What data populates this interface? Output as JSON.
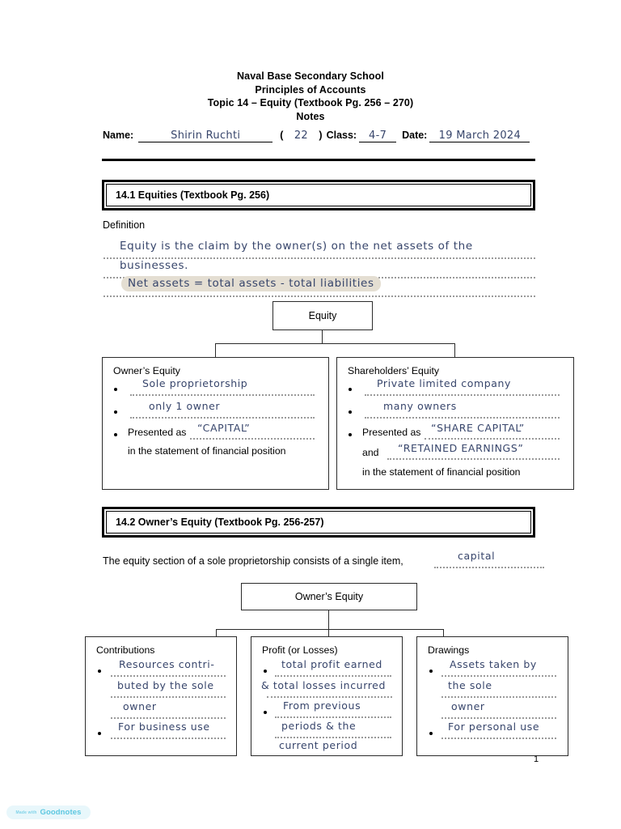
{
  "header": {
    "line1": "Naval Base Secondary School",
    "line2": "Principles of Accounts",
    "line3": "Topic 14 – Equity (Textbook Pg. 256 – 270)",
    "line4": "Notes"
  },
  "fields": {
    "name_label": "Name:",
    "name_value": "Shirin Ruchti",
    "index_open": "(",
    "index_value": "22",
    "index_close": ")",
    "class_label": "Class:",
    "class_value": "4-7",
    "date_label": "Date:",
    "date_value": "19 March 2024"
  },
  "section1": {
    "title": "14.1 Equities (Textbook Pg. 256)",
    "definition_label": "Definition",
    "definition_line1": "Equity is the claim by the owner(s) on the net assets of the",
    "definition_line2": "businesses.",
    "definition_line3_highlighted": "Net assets = total assets - total liabilities",
    "highlight_color": "#e4ded2"
  },
  "chart1": {
    "root": "Equity",
    "left_panel": {
      "title": "Owner’s Equity",
      "bullet1": "Sole proprietorship",
      "bullet2": "only 1 owner",
      "bullet3_prefix": "Presented as",
      "bullet3_value": "“CAPITAL”",
      "bullet3_suffix": "in the statement of financial position"
    },
    "right_panel": {
      "title": "Shareholders’ Equity",
      "bullet1": "Private limited company",
      "bullet2": "many owners",
      "bullet3_prefix": "Presented as",
      "bullet3_value": "“SHARE CAPITAL”",
      "bullet3_and": "and",
      "bullet3_value2": "“RETAINED EARNINGS”",
      "bullet3_suffix": "in the statement of financial position"
    }
  },
  "section2": {
    "title": "14.2 Owner’s Equity (Textbook Pg. 256-257)",
    "paragraph": "The equity section of a sole proprietorship consists of a single item,",
    "paragraph_answer": "capital"
  },
  "chart2": {
    "root": "Owner’s Equity",
    "panels": [
      {
        "title": "Contributions",
        "lines": [
          "Resources contri-",
          "buted by the sole",
          "owner"
        ],
        "line2": [
          "For business use"
        ]
      },
      {
        "title": "Profit (or Losses)",
        "lines": [
          "total profit earned",
          "& total losses incurred"
        ],
        "line2": [
          "From previous",
          "periods & the",
          "current period"
        ]
      },
      {
        "title": "Drawings",
        "lines": [
          "Assets taken by",
          "the sole",
          "owner"
        ],
        "line2": [
          "For personal use"
        ]
      }
    ]
  },
  "footer": {
    "page_number": "1",
    "watermark_prefix": "Made with",
    "watermark_brand": "Goodnotes"
  },
  "colors": {
    "ink": "#37456b",
    "text": "#000000",
    "dotted": "#9a9a9a",
    "watermark": "#5cc7e0"
  }
}
